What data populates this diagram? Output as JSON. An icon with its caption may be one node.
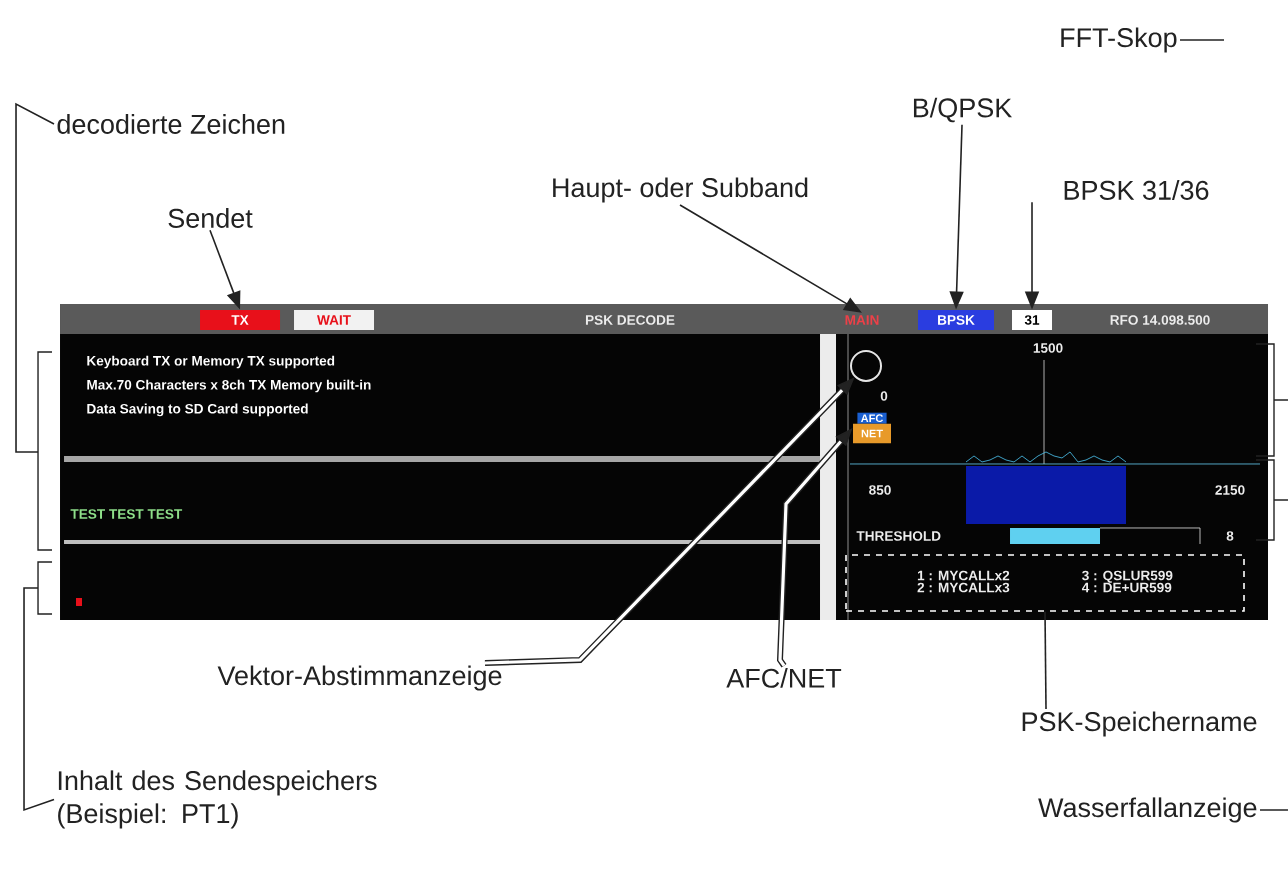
{
  "diagram": {
    "nodes": [
      {
        "text": [
          "Sendet"
        ]
      },
      {
        "text": [
          "Haupt- oder Subband"
        ]
      },
      {
        "text": [
          "B/QPSK"
        ]
      },
      {
        "text": [
          "BPSK 31/36"
        ]
      },
      {
        "text": [
          "FFT-Skop"
        ]
      },
      {
        "text": [
          "decodierte Zeichen"
        ]
      },
      {
        "text": [
          "Vektor-Abstimmanzeige"
        ]
      },
      {
        "text": [
          "AFC/NET"
        ]
      },
      {
        "text": [
          "PSK-Speichername"
        ]
      },
      {
        "text": [
          "Inhalt des Sendespeichers (Beispiel: PT1)"
        ]
      },
      {
        "text": [
          "Wasserfallanzeige"
        ]
      },
      {
        "text": [
          "TX"
        ]
      },
      {
        "text": [
          "MAIN"
        ]
      },
      {
        "text": [
          "BPSK"
        ]
      },
      {
        "text": [
          "31"
        ]
      },
      {
        "text": [],
        "shape": "circle"
      },
      {
        "text": [
          "AFC",
          "NET"
        ]
      },
      {
        "text": [
          "1 : MYCALLx2",
          "3 : QSLUR599",
          "2 : MYCALLx3",
          "4 : DE+UR599"
        ]
      }
    ],
    "edges": [
      {
        "from": 0,
        "to": 11,
        "arrow": "to"
      },
      {
        "from": 1,
        "to": 12,
        "arrow": "to"
      },
      {
        "from": 2,
        "to": 13,
        "arrow": "to"
      },
      {
        "from": 3,
        "to": 14,
        "arrow": "to"
      },
      {
        "from": 6,
        "to": 15,
        "arrow": "to",
        "style": "thick"
      },
      {
        "from": 7,
        "to": 16,
        "arrow": "to",
        "style": "thick"
      },
      {
        "from": 8,
        "to": 17,
        "arrow": "none"
      },
      {
        "from": 4,
        "to": null,
        "arrow": "none"
      },
      {
        "from": 5,
        "to": null,
        "arrow": "none"
      },
      {
        "from": 9,
        "to": null,
        "arrow": "none"
      },
      {
        "from": 10,
        "to": null,
        "arrow": "none"
      }
    ],
    "labels": [
      "WAIT",
      "PSK DECODE",
      "RFO 14.098.500",
      "Keyboard TX or Memory TX supported",
      "Max.70 Characters x 8ch TX Memory built-in",
      "Data Saving to SD Card supported",
      "1500",
      "0",
      "TEST TEST TEST",
      "850",
      "2150",
      "THRESHOLD",
      "8"
    ]
  }
}
